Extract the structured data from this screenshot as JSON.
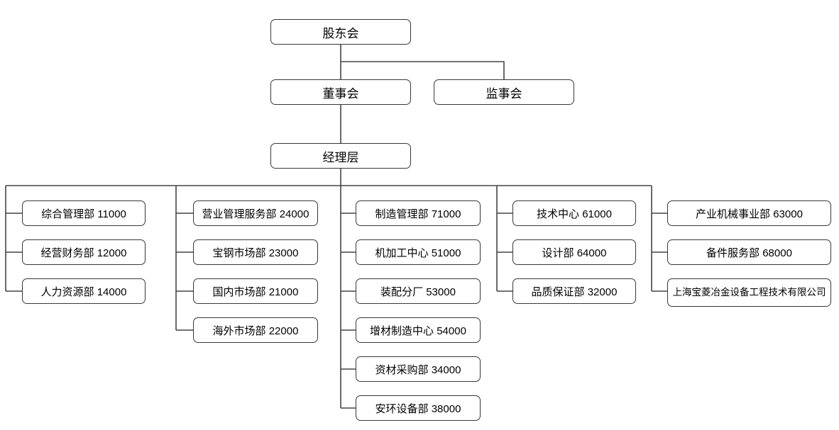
{
  "org_chart": {
    "top_nodes": [
      {
        "id": "shareholders-meeting",
        "label": "股东会"
      },
      {
        "id": "board-of-directors",
        "label": "董事会"
      },
      {
        "id": "supervisory-board",
        "label": "监事会"
      },
      {
        "id": "management-level",
        "label": "经理层"
      }
    ],
    "columns": [
      {
        "id": "column-1",
        "items": [
          "综合管理部 11000",
          "经营财务部 12000",
          "人力资源部 14000"
        ]
      },
      {
        "id": "column-2",
        "items": [
          "营业管理服务部 24000",
          "宝钢市场部 23000",
          "国内市场部 21000",
          "海外市场部 22000"
        ]
      },
      {
        "id": "column-3",
        "items": [
          "制造管理部 71000",
          "机加工中心 51000",
          "装配分厂 53000",
          "增材制造中心 54000",
          "资材采购部 34000",
          "安环设备部 38000"
        ]
      },
      {
        "id": "column-4",
        "items": [
          "技术中心 61000",
          "设计部 64000",
          "品质保证部 32000"
        ]
      },
      {
        "id": "column-5",
        "items": [
          "产业机械事业部 63000",
          "备件服务部 68000",
          "上海宝菱冶金设备工程技术有限公司"
        ]
      }
    ],
    "colors": {
      "line": "#454545",
      "box_border": "#383838",
      "box_fill": "#ffffff",
      "text": "#000000",
      "background": "#ffffff"
    }
  }
}
